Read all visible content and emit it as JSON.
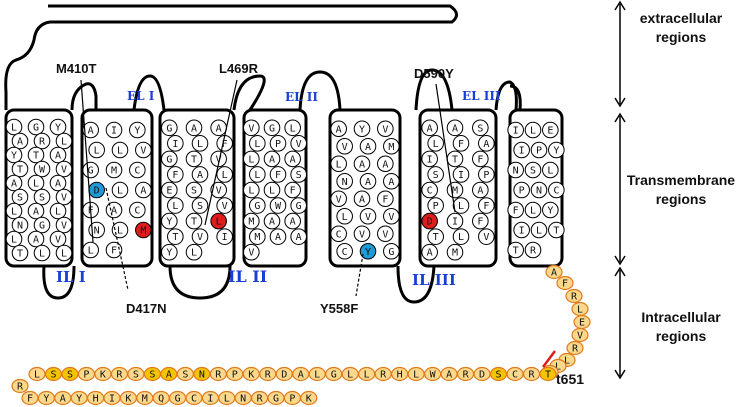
{
  "regions": {
    "extracellular": [
      "extracellular",
      "regions"
    ],
    "transmembrane": [
      "Transmembrane",
      "regions"
    ],
    "intracellular": [
      "Intracellular",
      "regions"
    ]
  },
  "mutations": {
    "m410t": "M410T",
    "l469r": "L469R",
    "d590y": "D590Y",
    "d417n": "D417N",
    "y558f": "Y558F",
    "t651": "t651"
  },
  "loops": {
    "el1": "EL I",
    "el2": "EL II",
    "el3": "EL III",
    "il1": "IL I",
    "il2": "IL II",
    "il3": "IL III"
  },
  "colors": {
    "mutation_red": "#e01b1b",
    "mutation_blue": "#1e9bd7",
    "loop_label_blue": "#1a3fd6",
    "tail_fill": "#fbd98c",
    "tail_border": "#e07a1a",
    "tail_highlight": "#f5c400",
    "truncation_mark": "#e01b1b"
  },
  "helices": [
    {
      "id": "tm1",
      "residues": [
        "L",
        "G",
        "Y",
        "A",
        "R",
        "L",
        "Y",
        "T",
        "A",
        "T",
        "W",
        "V",
        "A",
        "L",
        "A",
        "S",
        "S",
        "V",
        "L",
        "A",
        "L",
        "N",
        "G",
        "V",
        "L",
        "A",
        "V",
        "T",
        "L",
        "L"
      ]
    },
    {
      "id": "tm2",
      "residues": [
        "A",
        "I",
        "Y",
        "L",
        "L",
        "V",
        "G",
        "M",
        "C",
        "D",
        "L",
        "A",
        "F",
        "A",
        "C",
        "N",
        "L",
        "M",
        "L",
        "F"
      ]
    },
    {
      "id": "tm3",
      "residues": [
        "G",
        "A",
        "A",
        "I",
        "L",
        "F",
        "G",
        "T",
        "V",
        "F",
        "A",
        "L",
        "E",
        "S",
        "V",
        "L",
        "S",
        "V",
        "Y",
        "T",
        "L",
        "T",
        "V",
        "I",
        "Y",
        "L"
      ]
    },
    {
      "id": "tm4",
      "residues": [
        "V",
        "G",
        "L",
        "L",
        "P",
        "V",
        "L",
        "A",
        "A",
        "L",
        "F",
        "S",
        "L",
        "L",
        "F",
        "G",
        "W",
        "G",
        "M",
        "A",
        "A",
        "M",
        "A",
        "A",
        "V"
      ]
    },
    {
      "id": "tm5",
      "residues": [
        "A",
        "Y",
        "V",
        "V",
        "A",
        "M",
        "L",
        "A",
        "A",
        "N",
        "A",
        "A",
        "V",
        "A",
        "F",
        "L",
        "V",
        "V",
        "C",
        "V",
        "V",
        "C",
        "Y",
        "G"
      ]
    },
    {
      "id": "tm6",
      "residues": [
        "A",
        "A",
        "S",
        "L",
        "F",
        "A",
        "I",
        "T",
        "F",
        "S",
        "I",
        "P",
        "C",
        "M",
        "A",
        "P",
        "L",
        "F",
        "D",
        "I",
        "F",
        "T",
        "L",
        "V",
        "A",
        "M"
      ]
    },
    {
      "id": "tm7",
      "residues": [
        "I",
        "L",
        "E",
        "I",
        "P",
        "Y",
        "N",
        "S",
        "L",
        "P",
        "N",
        "C",
        "F",
        "L",
        "Y",
        "I",
        "L",
        "T",
        "T",
        "R"
      ]
    }
  ],
  "tail": {
    "ascending": [
      "A",
      "F",
      "R",
      "L",
      "E",
      "V",
      "R",
      "L",
      "L",
      "T"
    ],
    "row1": [
      "L",
      "S",
      "S",
      "P",
      "K",
      "R",
      "S",
      "S",
      "A",
      "S",
      "N",
      "R",
      "P",
      "K",
      "R",
      "D",
      "A",
      "L",
      "G",
      "L",
      "L",
      "R",
      "H",
      "L",
      "W",
      "A",
      "R",
      "D",
      "S",
      "C",
      "R",
      "T"
    ],
    "row1_highlight": [
      1,
      2,
      7,
      8,
      10,
      28,
      31
    ],
    "row2": [
      "F",
      "Y",
      "A",
      "Y",
      "H",
      "I",
      "K",
      "M",
      "Q",
      "G",
      "C",
      "I",
      "L",
      "N",
      "R",
      "G",
      "P",
      "K"
    ],
    "corner": "R"
  }
}
